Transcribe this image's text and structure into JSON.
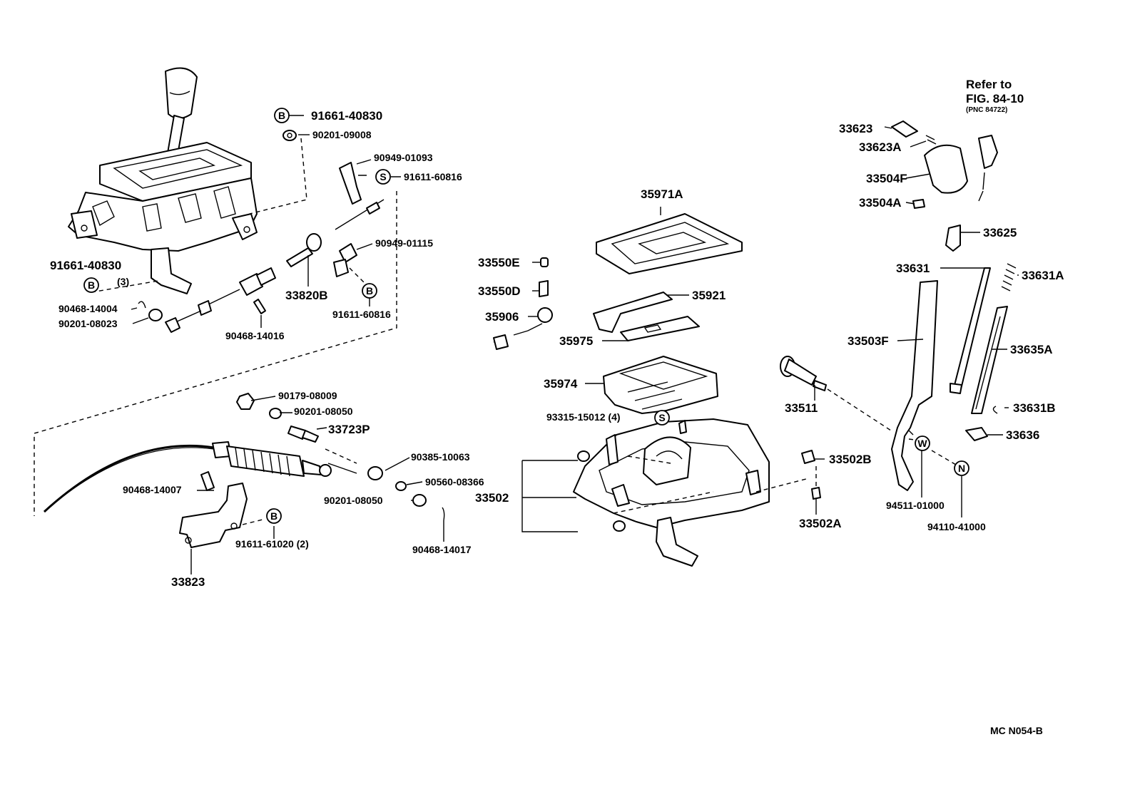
{
  "labels": {
    "p91661_40830_top": "91661-40830",
    "p90201_09008": "90201-09008",
    "p90949_01093": "90949-01093",
    "p91611_60816_top": "91611-60816",
    "p90949_01115": "90949-01115",
    "p91661_40830_left": "91661-40830",
    "qty3": "(3)",
    "p33820B": "33820B",
    "p91611_60816_mid": "91611-60816",
    "p90468_14004": "90468-14004",
    "p90201_08023": "90201-08023",
    "p90468_14016": "90468-14016",
    "p90179_08009": "90179-08009",
    "p90201_08050_a": "90201-08050",
    "p33723P": "33723P",
    "p90385_10063": "90385-10063",
    "p90560_08366": "90560-08366",
    "p90201_08050_b": "90201-08050",
    "p90468_14007": "90468-14007",
    "p91611_61020": "91611-61020 (2)",
    "p90468_14017": "90468-14017",
    "p33823": "33823",
    "p35971A": "35971A",
    "p33550E": "33550E",
    "p33550D": "33550D",
    "p35906": "35906",
    "p35921": "35921",
    "p35975": "35975",
    "p35974": "35974",
    "p93315_15012": "93315-15012 (4)",
    "p33502": "33502",
    "p33511": "33511",
    "p33502B": "33502B",
    "p33502A": "33502A",
    "refer_to": "Refer to",
    "fig": "FIG. 84-10",
    "pnc": "(PNC 84722)",
    "p33623": "33623",
    "p33623A": "33623A",
    "p33504F": "33504F",
    "p33504A": "33504A",
    "p33625": "33625",
    "p33631": "33631",
    "p33631A": "33631A",
    "p33503F": "33503F",
    "p33635A": "33635A",
    "p33631B": "33631B",
    "p33636": "33636",
    "p94511_01000": "94511-01000",
    "p94110_41000": "94110-41000",
    "code": "MC  N054-B"
  },
  "badges": {
    "b_top": "B",
    "s_top": "S",
    "b_left": "B",
    "b_mid": "B",
    "b_bottom": "B",
    "s_center": "S",
    "w_right": "W",
    "n_right": "N"
  }
}
